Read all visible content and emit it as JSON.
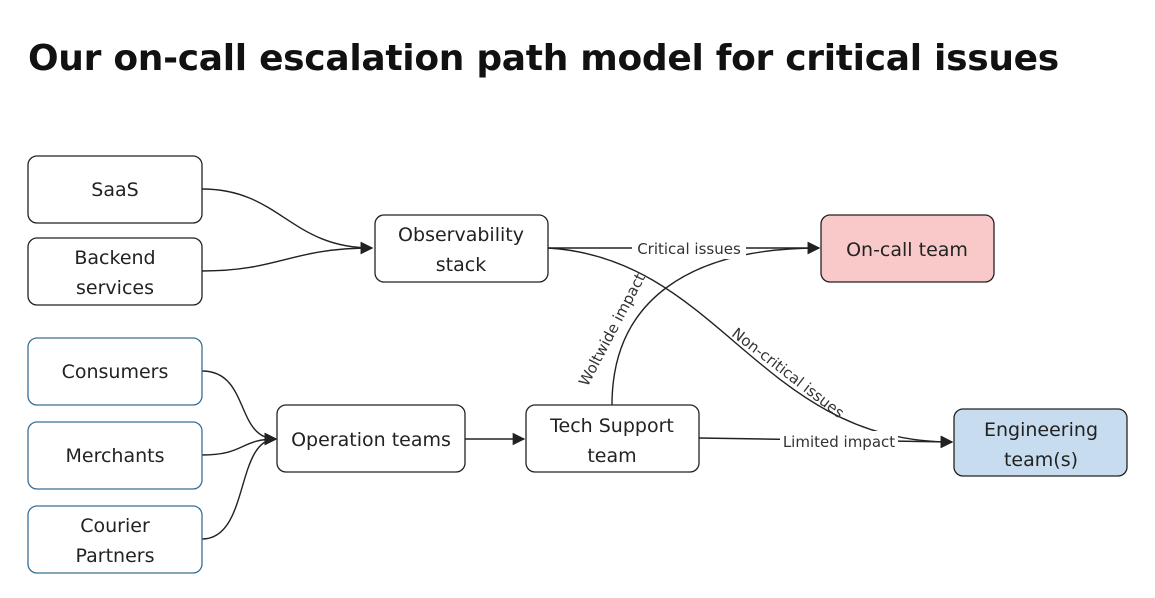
{
  "title": "Our on-call escalation path model for critical issues",
  "colors": {
    "stroke": "#222222",
    "source_stroke_blue": "#3b6e93",
    "oncall_fill": "#f9c9c9",
    "engineering_fill": "#c8dcef"
  },
  "nodes": {
    "saas": {
      "lines": [
        "SaaS"
      ]
    },
    "backend": {
      "lines": [
        "Backend",
        "services"
      ]
    },
    "observability": {
      "lines": [
        "Observability",
        "stack"
      ]
    },
    "consumers": {
      "lines": [
        "Consumers"
      ]
    },
    "merchants": {
      "lines": [
        "Merchants"
      ]
    },
    "courier": {
      "lines": [
        "Courier",
        "Partners"
      ]
    },
    "operation": {
      "lines": [
        "Operation teams"
      ]
    },
    "techsupport": {
      "lines": [
        "Tech Support",
        "team"
      ]
    },
    "oncall": {
      "lines": [
        "On-call team"
      ]
    },
    "engineering": {
      "lines": [
        "Engineering",
        "team(s)"
      ]
    }
  },
  "edges": {
    "critical": "Critical issues",
    "noncritical": "Non-critical issues",
    "woltwide": "Woltwide impact",
    "limited": "Limited impact"
  }
}
